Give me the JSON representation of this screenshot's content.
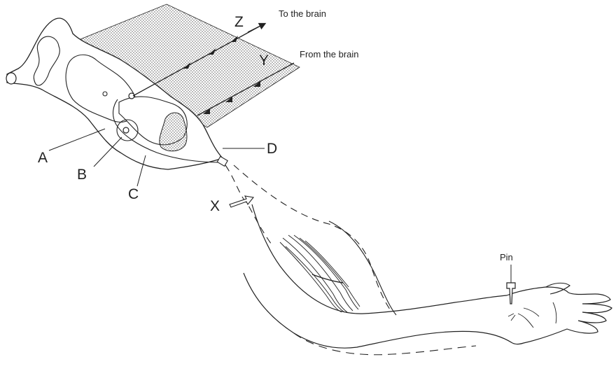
{
  "labels": {
    "a": "A",
    "b": "B",
    "c": "C",
    "d": "D",
    "x": "X",
    "y": "Y",
    "z": "Z"
  },
  "annotations": {
    "to_brain": "To the brain",
    "from_brain": "From the brain",
    "pin": "Pin"
  },
  "colors": {
    "ink": "#222222",
    "stipple": "#555555",
    "background": "#ffffff"
  }
}
